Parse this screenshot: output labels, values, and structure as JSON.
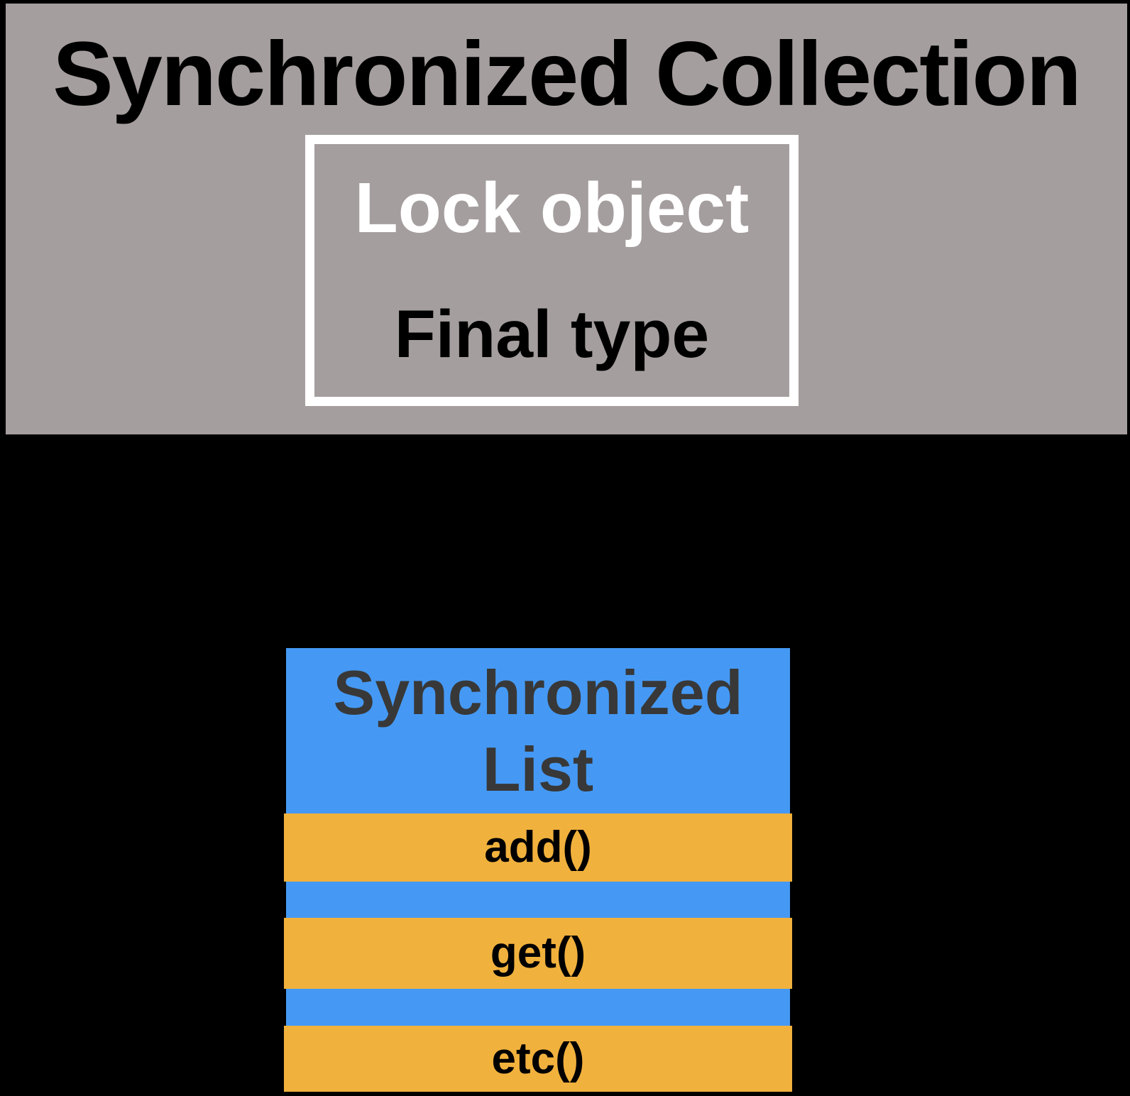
{
  "colors": {
    "page_background": "#000000",
    "panel_gray": "#a59e9e",
    "box_border_white": "#ffffff",
    "list_blue": "#4599f4",
    "method_orange": "#f1b13d",
    "title_black": "#000000",
    "list_title_dark": "#383838",
    "lock_text_white": "#ffffff"
  },
  "collection": {
    "title": "Synchronized Collection",
    "lock_box": {
      "line1": "Lock object",
      "line2": "Final type"
    }
  },
  "list": {
    "title": "Synchronized List",
    "methods": [
      "add()",
      "get()",
      "etc()"
    ]
  }
}
